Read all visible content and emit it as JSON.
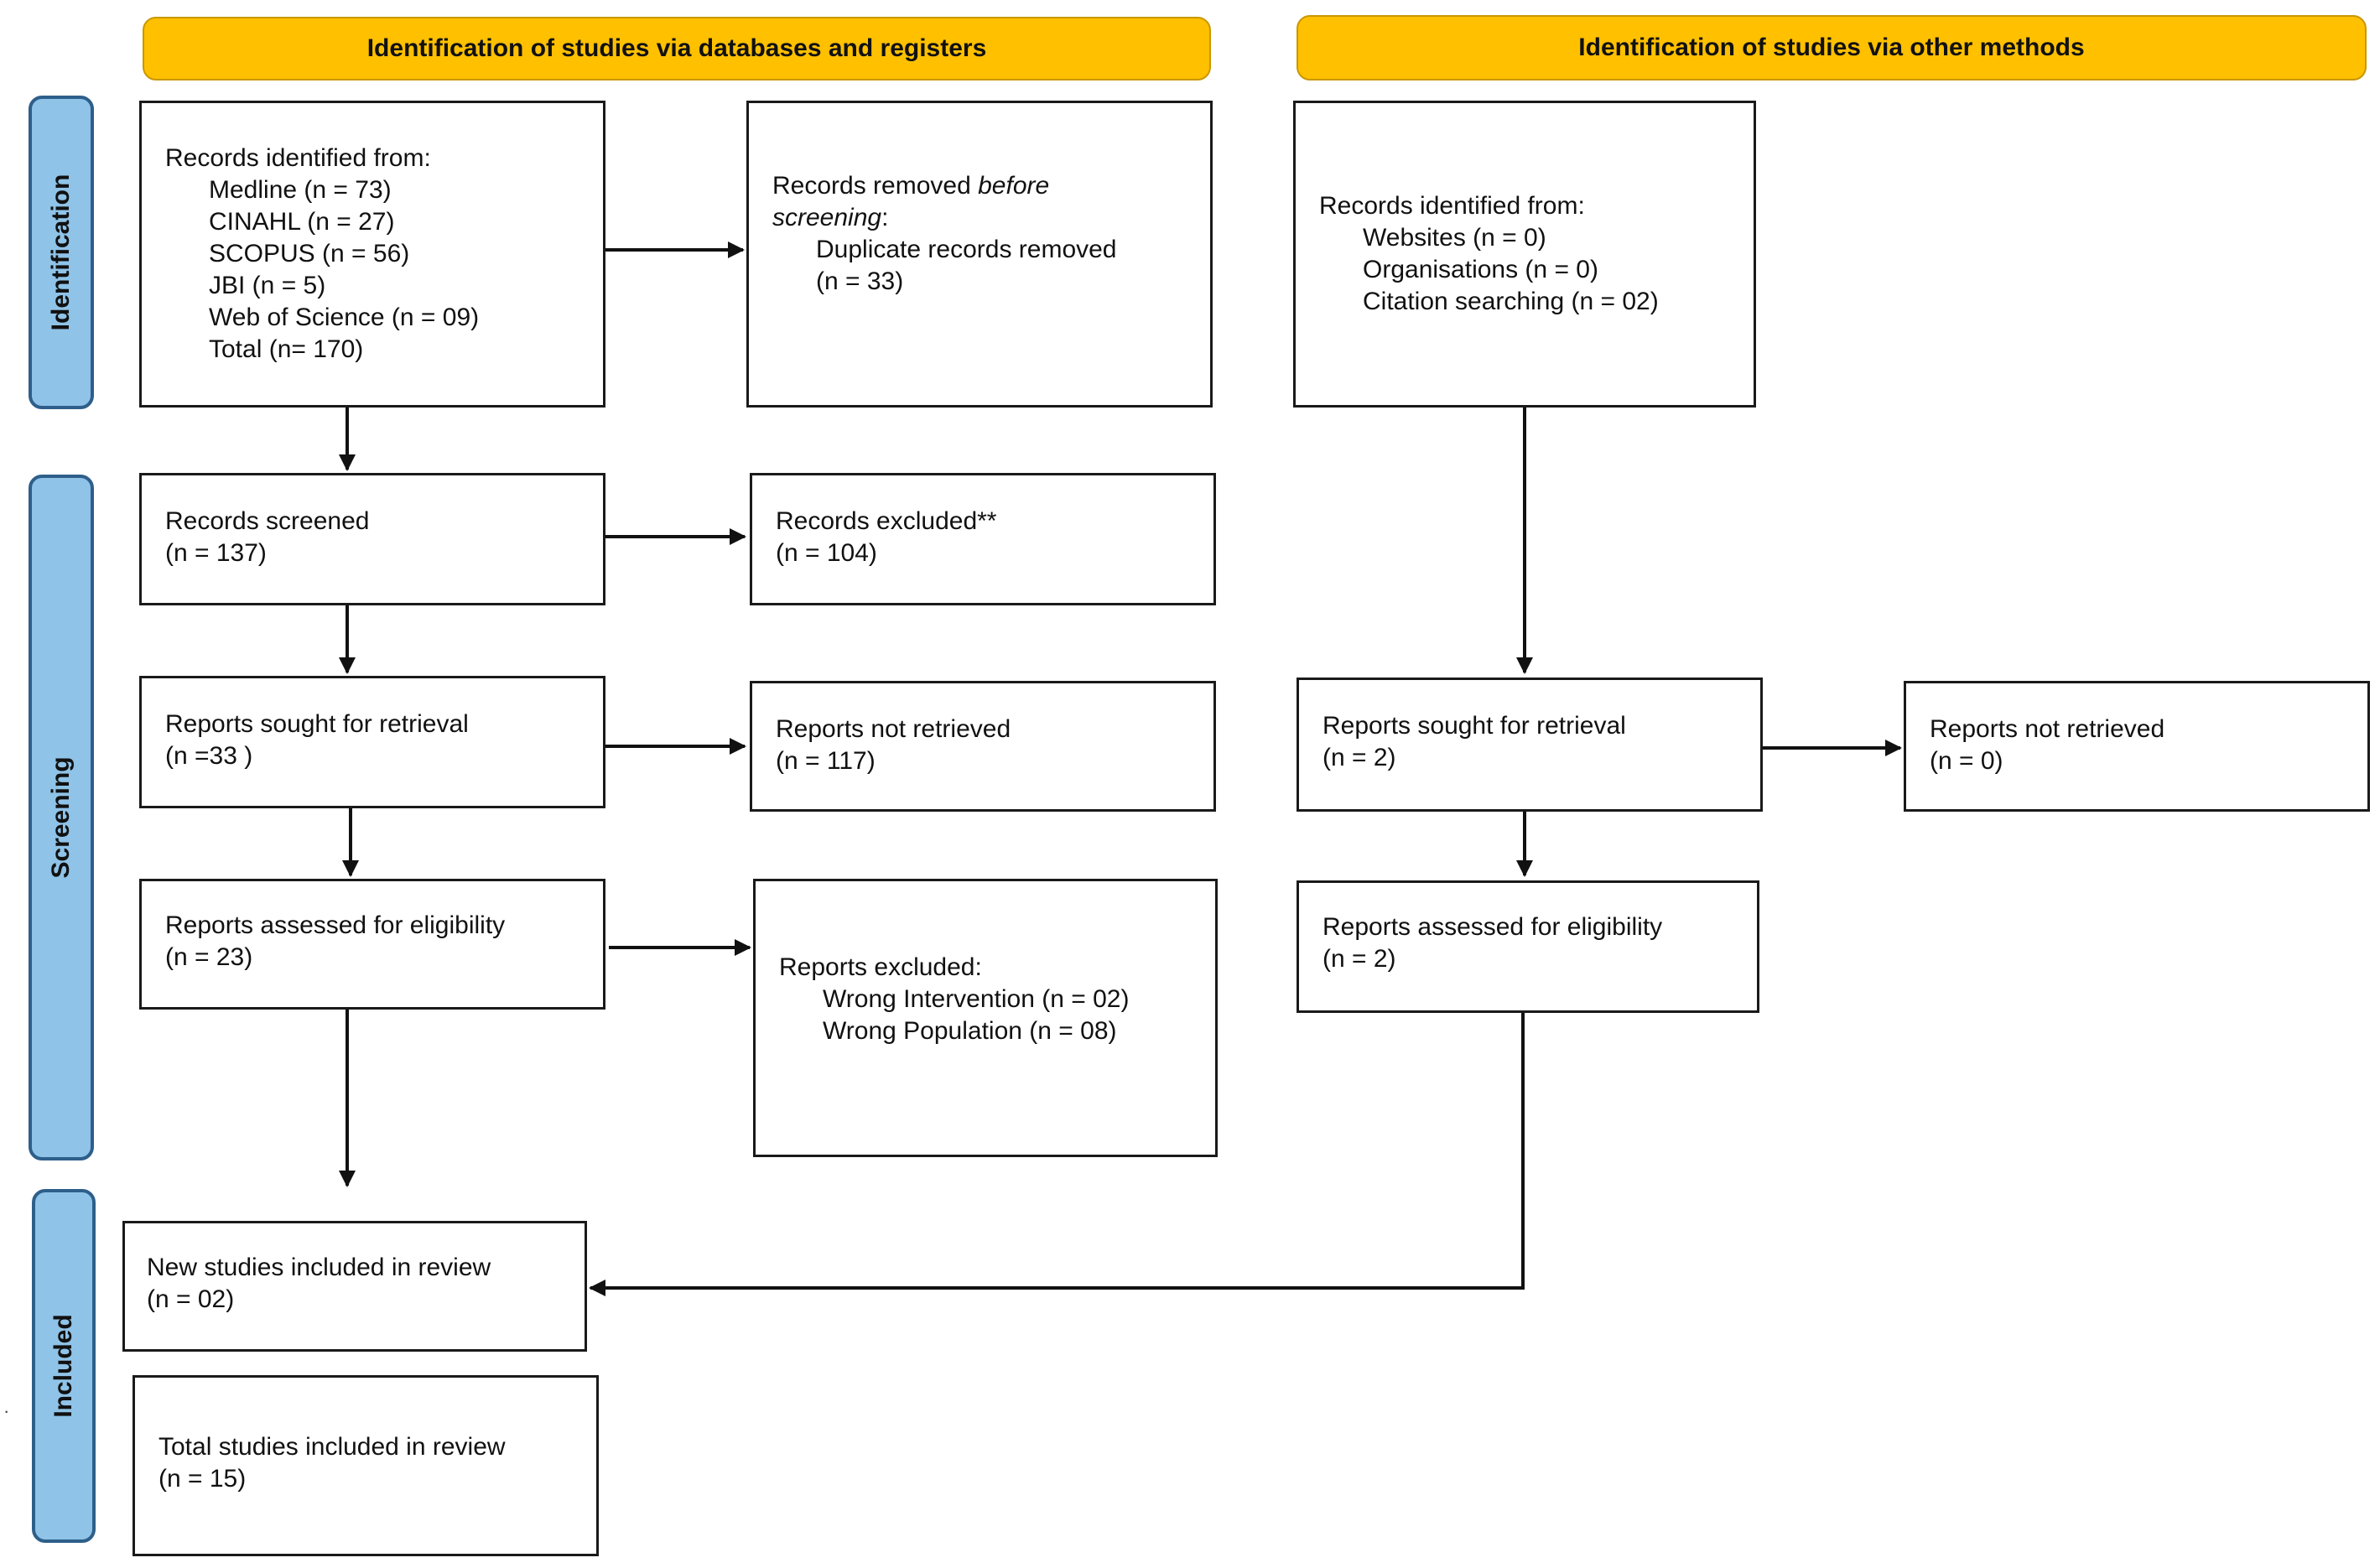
{
  "headers": {
    "databases": "Identification of studies via databases and registers",
    "other": "Identification of studies via other methods"
  },
  "stages": {
    "identification": "Identification",
    "screening": "Screening",
    "included": "Included"
  },
  "left": {
    "records_identified": {
      "title": "Records identified from:",
      "medline": "Medline (n = 73)",
      "cinahl": "CINAHL (n = 27)",
      "scopus": "SCOPUS (n = 56)",
      "jbi": "JBI (n = 5)",
      "wos": "Web of Science (n = 09)",
      "total": "Total (n= 170)"
    },
    "records_removed": {
      "prefix": "Records removed ",
      "italic_1": "before",
      "italic_2": "screening",
      "suffix": ":",
      "duplicates": "Duplicate records removed",
      "count": "(n = 33)"
    },
    "records_screened": {
      "label": "Records screened",
      "count": "(n = 137)"
    },
    "records_excluded": {
      "label": "Records excluded**",
      "count": "(n = 104)"
    },
    "sought": {
      "label": "Reports sought for retrieval",
      "count": "(n =33 )"
    },
    "not_retrieved": {
      "label": "Reports not retrieved",
      "count": "(n = 117)"
    },
    "assessed": {
      "label": "Reports assessed for eligibility",
      "count": "(n = 23)"
    },
    "excluded": {
      "title": "Reports excluded:",
      "intervention": "Wrong Intervention (n = 02)",
      "population": "Wrong Population (n = 08)"
    }
  },
  "right": {
    "records_identified": {
      "title": "Records identified from:",
      "websites": "Websites (n = 0)",
      "organisations": "Organisations (n = 0)",
      "citation": "Citation searching (n = 02)"
    },
    "sought": {
      "label": "Reports sought for retrieval",
      "count": "(n = 2)"
    },
    "not_retrieved": {
      "label": "Reports not retrieved",
      "count": "(n = 0)"
    },
    "assessed": {
      "label": "Reports assessed for eligibility",
      "count": "(n = 2)"
    }
  },
  "included": {
    "new_studies": {
      "label": "New studies included in review",
      "count": "(n = 02)"
    },
    "total_studies": {
      "label": "Total studies included in review",
      "count": "(n = 15)"
    }
  },
  "margin_mark": "·",
  "colors": {
    "header_fill": "#ffc000",
    "stage_fill": "#8fc3e8",
    "stage_border": "#2e5f8a",
    "box_border": "#1a1a1a"
  }
}
